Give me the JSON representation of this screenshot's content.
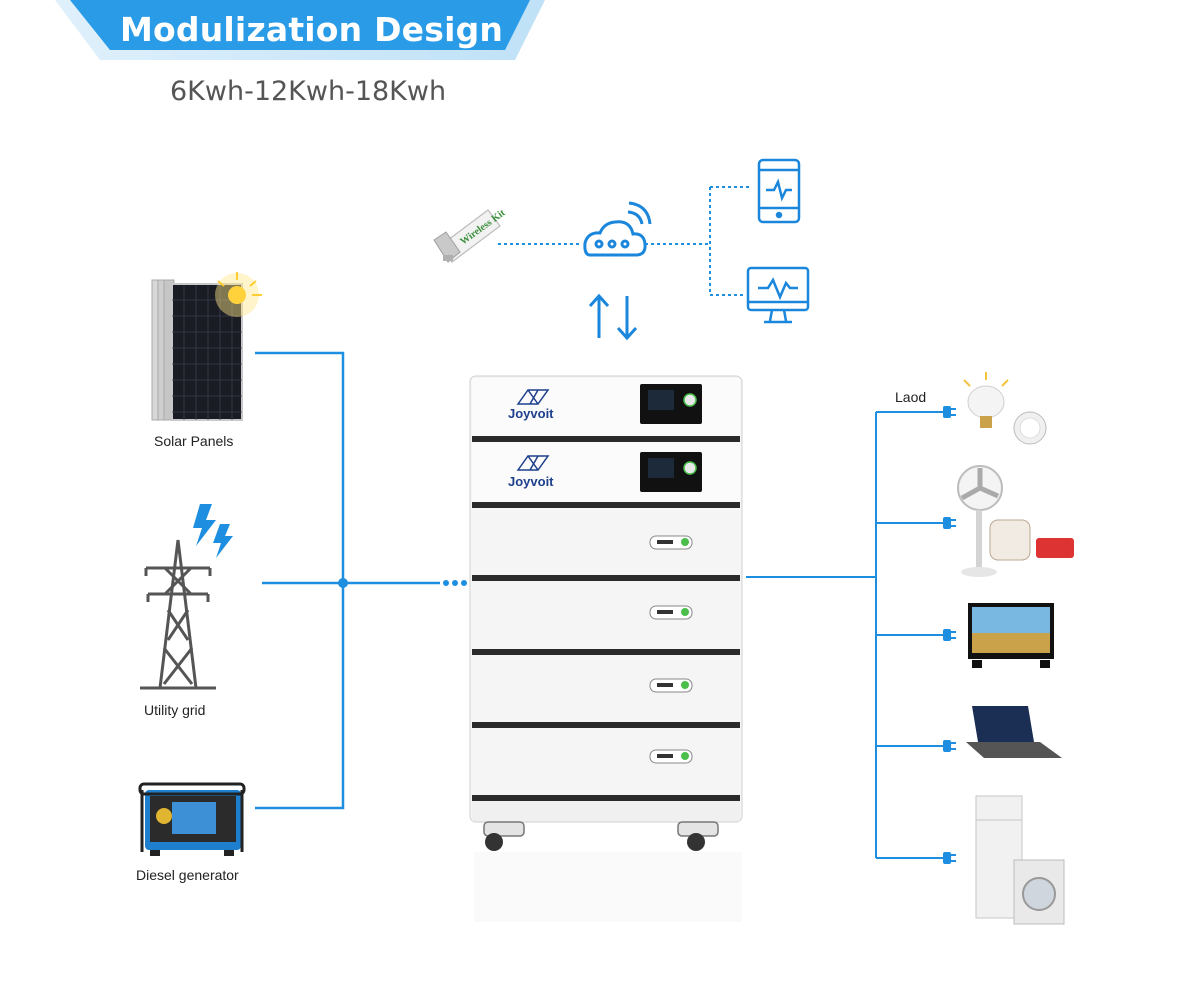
{
  "header": {
    "title": "Modulization Design",
    "subtitle": "6Kwh-12Kwh-18Kwh"
  },
  "sources": {
    "solar": "Solar Panels",
    "grid": "Utility grid",
    "generator": "Diesel generator"
  },
  "battery": {
    "brand": "Joyvoit"
  },
  "wireless": {
    "label": "Wireless Kit"
  },
  "load": {
    "label": "Laod"
  },
  "colors": {
    "accent": "#1e8fe0",
    "banner": "#2a9be6",
    "icon_blue": "#1a86dc"
  },
  "icons": [
    "cloud-icon",
    "phone-icon",
    "monitor-icon",
    "pylon-icon",
    "lightning-icon",
    "plug-icon"
  ]
}
